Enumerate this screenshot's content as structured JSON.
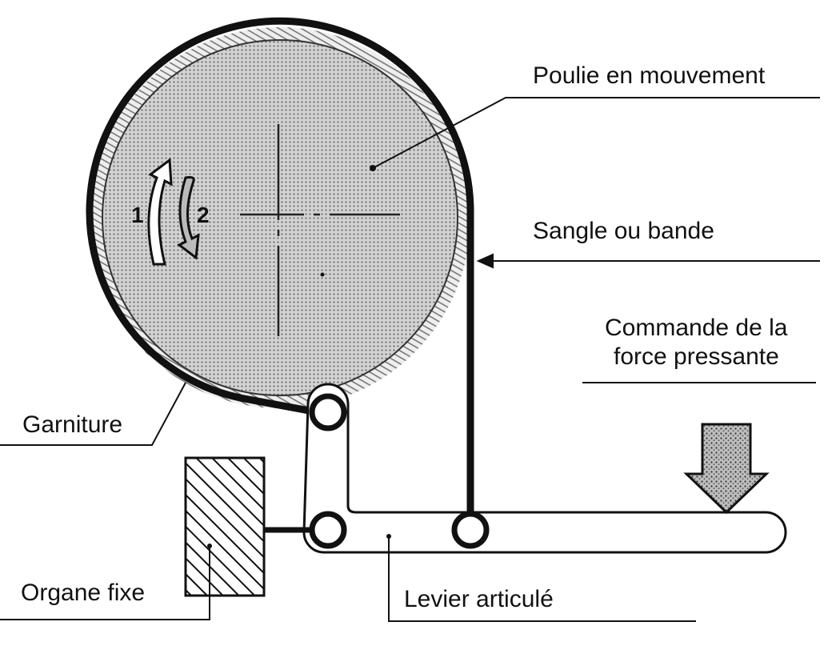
{
  "labels": {
    "poulie": "Poulie en mouvement",
    "sangle": "Sangle ou bande",
    "commande_line1": "Commande de la",
    "commande_line2": "force pressante",
    "garniture": "Garniture",
    "organe": "Organe fixe",
    "levier": "Levier articulé",
    "rotation_1": "1",
    "rotation_2": "2"
  },
  "colors": {
    "ink": "#111111",
    "pulley_fill": "#c8c8c8",
    "lining_fill": "#e4e4e4",
    "background": "#ffffff"
  }
}
